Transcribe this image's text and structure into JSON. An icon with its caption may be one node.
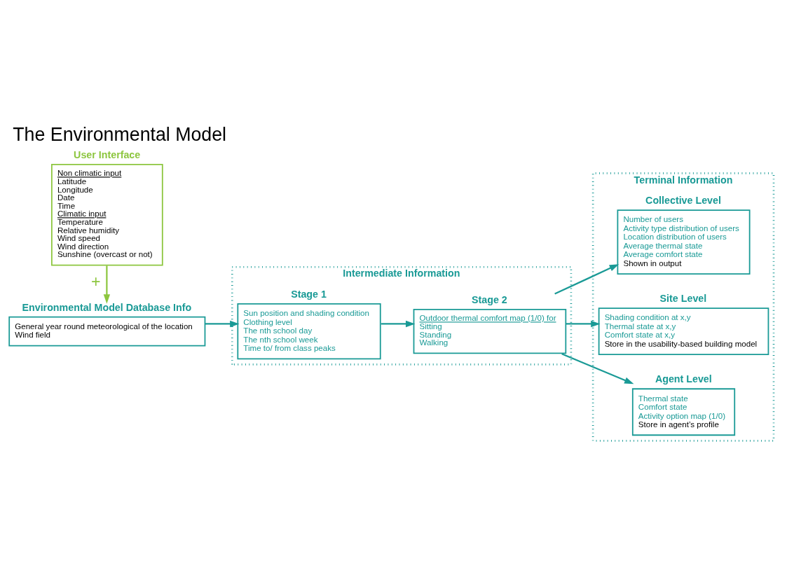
{
  "diagram": {
    "title": "The Environmental Model",
    "nodes": [
      {
        "text": [
          "Environmental Model Database Info",
          "General year round meteorological of the location",
          "Wind field"
        ]
      },
      {
        "text": [
          "User Interface",
          "Non climatic input",
          "Latitude",
          "Longitude",
          "Date",
          "Time",
          "Climatic input",
          "Temperature",
          "Relative humidity",
          "Wind speed",
          "Wind direction",
          "Sunshine (overcast or not)"
        ]
      },
      {
        "text": [
          "Intermediate Information"
        ]
      },
      {
        "text": [
          "Stage 1",
          "Sun position and shading condition",
          "Clothing level",
          "The nth school day",
          "The nth school week",
          "Time to/ from class peaks"
        ],
        "in": 2
      },
      {
        "text": [
          "Stage 2",
          "Outdoor thermal comfort map (1/0) for",
          "Sitting",
          "Standing",
          "Walking"
        ],
        "in": 2
      },
      {
        "text": [
          "Terminal Information"
        ]
      },
      {
        "text": [
          "Collective Level",
          "Number of users",
          "Activity type distribution of users",
          "Location distribution of users",
          "Average thermal state",
          "Average comfort state",
          "Shown in output"
        ],
        "in": 5
      },
      {
        "text": [
          "Site Level",
          "Shading condition at x,y",
          "Thermal state at x,y",
          "Comfort state at x,y",
          "Store in the usability-based building model"
        ],
        "in": 5
      },
      {
        "text": [
          "Agent Level",
          "Thermal state",
          "Comfort state",
          "Activity option map (1/0)",
          "Store in agent’s profile"
        ],
        "in": 5
      }
    ],
    "edges": [
      {
        "from": 1,
        "to": 0,
        "arrow": "to",
        "label": "+",
        "color": "#8dc63f"
      },
      {
        "from": 0,
        "to": 3,
        "arrow": "to"
      },
      {
        "from": 3,
        "to": 4,
        "arrow": "to"
      },
      {
        "from": 4,
        "to": 6,
        "arrow": "to"
      },
      {
        "from": 4,
        "to": 7,
        "arrow": "to"
      },
      {
        "from": 4,
        "to": 8,
        "arrow": "to"
      }
    ]
  }
}
